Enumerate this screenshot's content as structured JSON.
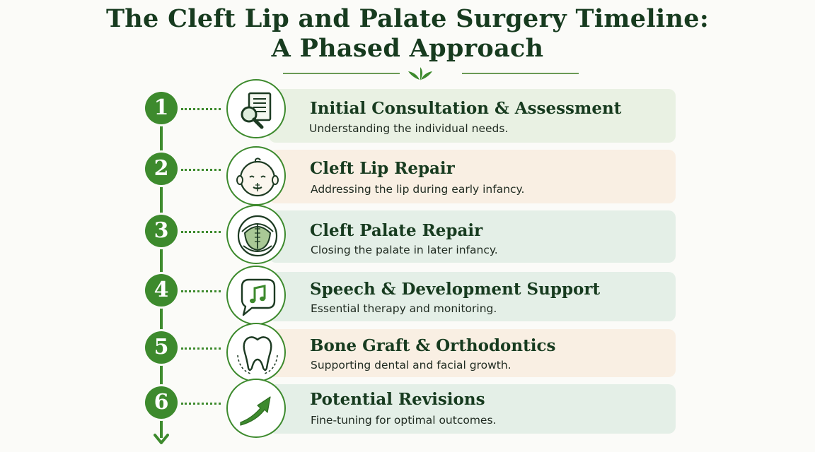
{
  "title": {
    "line1": "The Cleft Lip and Palate Surgery Timeline:",
    "line2": "A Phased Approach"
  },
  "colors": {
    "accent": "#3d8a2d",
    "heading": "#173b1f",
    "card_green": "#e9f1e3",
    "card_peach": "#f9efe3",
    "card_mint": "#e4efe7"
  },
  "steps": [
    {
      "number": "1",
      "title": "Initial Consultation & Assessment",
      "description": "Understanding the individual needs.",
      "icon": "document-magnifier-icon"
    },
    {
      "number": "2",
      "title": "Cleft Lip Repair",
      "description": "Addressing the lip during early infancy.",
      "icon": "baby-face-icon"
    },
    {
      "number": "3",
      "title": "Cleft Palate Repair",
      "description": "Closing the palate in later infancy.",
      "icon": "palate-icon"
    },
    {
      "number": "4",
      "title": "Speech & Development Support",
      "description": "Essential therapy and monitoring.",
      "icon": "speech-bubble-music-icon"
    },
    {
      "number": "5",
      "title": "Bone Graft & Orthodontics",
      "description": "Supporting dental and facial growth.",
      "icon": "tooth-icon"
    },
    {
      "number": "6",
      "title": "Potential Revisions",
      "description": "Fine-tuning for optimal outcomes.",
      "icon": "upward-arrow-icon"
    }
  ]
}
